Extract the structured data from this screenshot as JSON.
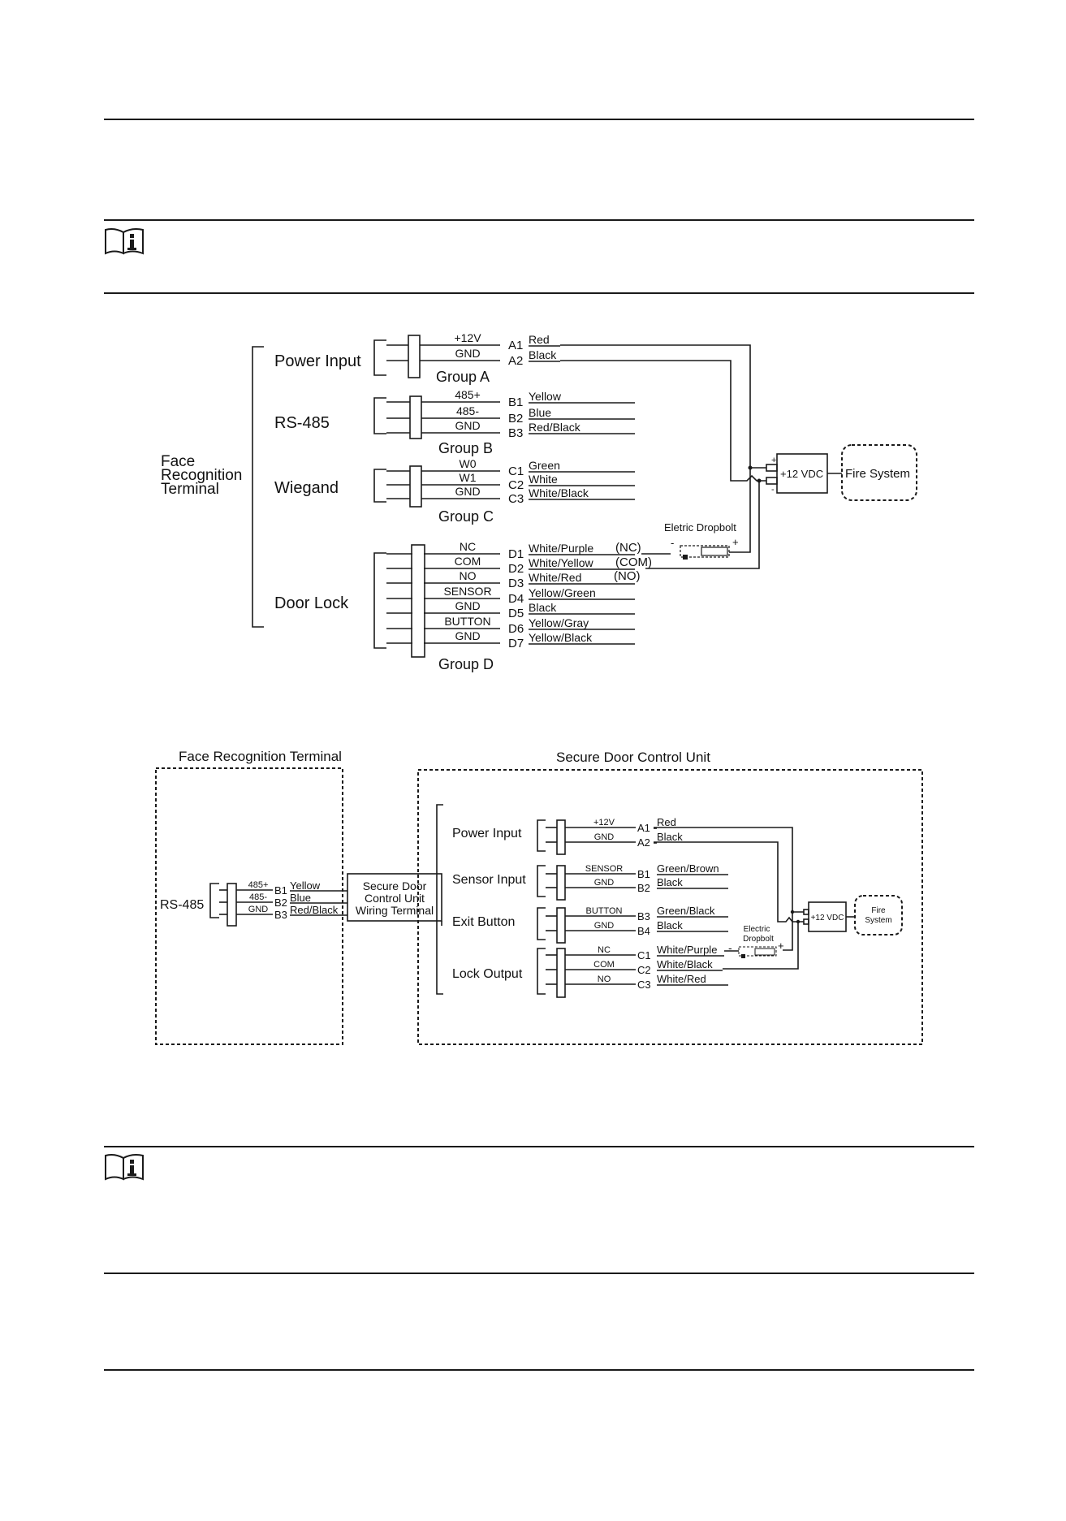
{
  "diagram1": {
    "terminal": [
      "Face",
      "Recognition",
      "Terminal"
    ],
    "power": {
      "title": "Power Input",
      "group": "Group A",
      "pins": [
        {
          "pin": "+12V",
          "id": "A1",
          "color": "Red"
        },
        {
          "pin": "GND",
          "id": "A2",
          "color": "Black"
        }
      ]
    },
    "rs485": {
      "title": "RS-485",
      "group": "Group B",
      "pins": [
        {
          "pin": "485+",
          "id": "B1",
          "color": "Yellow"
        },
        {
          "pin": "485-",
          "id": "B2",
          "color": "Blue"
        },
        {
          "pin": "GND",
          "id": "B3",
          "color": "Red/Black"
        }
      ]
    },
    "wiegand": {
      "title": "Wiegand",
      "group": "Group C",
      "pins": [
        {
          "pin": "W0",
          "id": "C1",
          "color": "Green"
        },
        {
          "pin": "W1",
          "id": "C2",
          "color": "White"
        },
        {
          "pin": "GND",
          "id": "C3",
          "color": "White/Black"
        }
      ]
    },
    "doorlock": {
      "title": "Door Lock",
      "group": "Group D",
      "pins": [
        {
          "pin": "NC",
          "id": "D1",
          "color": "White/Purple",
          "tag": "(NC)"
        },
        {
          "pin": "COM",
          "id": "D2",
          "color": "White/Yellow",
          "tag": "(COM)"
        },
        {
          "pin": "NO",
          "id": "D3",
          "color": "White/Red",
          "tag": "(NO)"
        },
        {
          "pin": "SENSOR",
          "id": "D4",
          "color": "Yellow/Green"
        },
        {
          "pin": "GND",
          "id": "D5",
          "color": "Black"
        },
        {
          "pin": "BUTTON",
          "id": "D6",
          "color": "Yellow/Gray"
        },
        {
          "pin": "GND",
          "id": "D7",
          "color": "Yellow/Black"
        }
      ]
    },
    "dropbolt": "Eletric Dropbolt",
    "minus": "-",
    "plus": "+",
    "psu": "+12 VDC",
    "fire": "Fire System"
  },
  "diagram2": {
    "terminal_title": "Face Recognition Terminal",
    "unit_title": "Secure Door Control Unit",
    "rs485": {
      "title": "RS-485",
      "pins": [
        {
          "pin": "485+",
          "id": "B1",
          "color": "Yellow"
        },
        {
          "pin": "485-",
          "id": "B2",
          "color": "Blue"
        },
        {
          "pin": "GND",
          "id": "B3",
          "color": "Red/Black"
        }
      ]
    },
    "wiring": [
      "Secure Door",
      "Control Unit",
      "Wiring Terminal"
    ],
    "groups": [
      {
        "title": "Power Input",
        "pins": [
          {
            "pin": "+12V",
            "id": "A1",
            "color": "Red"
          },
          {
            "pin": "GND",
            "id": "A2",
            "color": "Black"
          }
        ]
      },
      {
        "title": "Sensor Input",
        "pins": [
          {
            "pin": "SENSOR",
            "id": "B1",
            "color": "Green/Brown"
          },
          {
            "pin": "GND",
            "id": "B2",
            "color": "Black"
          }
        ]
      },
      {
        "title": "Exit Button",
        "pins": [
          {
            "pin": "BUTTON",
            "id": "B3",
            "color": "Green/Black"
          },
          {
            "pin": "GND",
            "id": "B4",
            "color": "Black"
          }
        ]
      },
      {
        "title": "Lock Output",
        "pins": [
          {
            "pin": "NC",
            "id": "C1",
            "color": "White/Purple"
          },
          {
            "pin": "COM",
            "id": "C2",
            "color": "White/Black"
          },
          {
            "pin": "NO",
            "id": "C3",
            "color": "White/Red"
          }
        ]
      }
    ],
    "dropbolt": [
      "Electric",
      "Dropbolt"
    ],
    "minus": "-",
    "plus": "+",
    "psu": "+12 VDC",
    "fire": [
      "Fire",
      "System"
    ]
  },
  "icons": [
    "note-icon",
    "note-icon"
  ]
}
